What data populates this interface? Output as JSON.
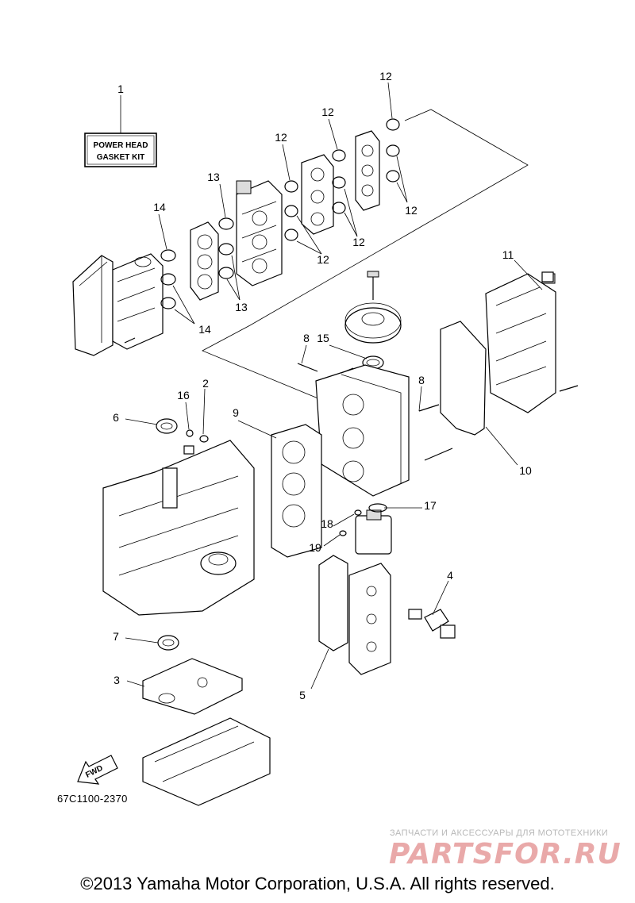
{
  "kit_label": {
    "line1": "POWER HEAD",
    "line2": "GASKET KIT"
  },
  "fwd_label": "FWD",
  "part_number": "67C1100-2370",
  "callouts": {
    "c1": "1",
    "c2": "2",
    "c3": "3",
    "c4": "4",
    "c5": "5",
    "c6": "6",
    "c7": "7",
    "c8a": "8",
    "c8b": "8",
    "c9": "9",
    "c10": "10",
    "c11": "11",
    "c12a": "12",
    "c12b": "12",
    "c12c": "12",
    "c12d": "12",
    "c12e": "12",
    "c12f": "12",
    "c13a": "13",
    "c13b": "13",
    "c14a": "14",
    "c14b": "14",
    "c15": "15",
    "c16": "16",
    "c17": "17",
    "c18": "18",
    "c19": "19"
  },
  "watermark": {
    "tagline": "ЗАПЧАСТИ И АКСЕССУАРЫ ДЛЯ МОТОТЕХНИКИ",
    "logo": "PARTSFOR.RU"
  },
  "copyright": "©2013 Yamaha Motor Corporation, U.S.A. All rights reserved."
}
